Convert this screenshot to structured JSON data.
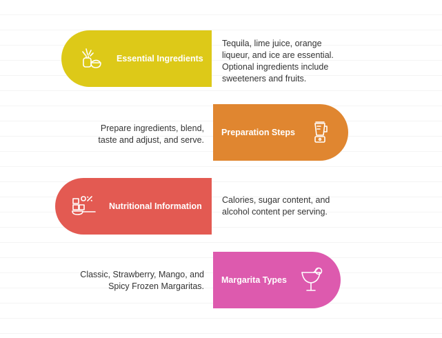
{
  "items": [
    {
      "title": "Essential Ingredients",
      "description": "Tequila, lime juice, orange liqueur, and ice are essential. Optional ingredients include sweeteners and fruits.",
      "color": "#ddc918",
      "icon": "ingredients-icon"
    },
    {
      "title": "Preparation Steps",
      "description": "Prepare ingredients, blend, taste and adjust, and serve.",
      "color": "#e08630",
      "icon": "blender-icon"
    },
    {
      "title": "Nutritional Information",
      "description": "Calories, sugar content, and alcohol content per serving.",
      "color": "#e35a52",
      "icon": "nutrition-icon"
    },
    {
      "title": "Margarita Types",
      "description": "Classic, Strawberry, Mango, and Spicy Frozen Margaritas.",
      "color": "#dd5aae",
      "icon": "cocktail-glass-icon"
    }
  ]
}
